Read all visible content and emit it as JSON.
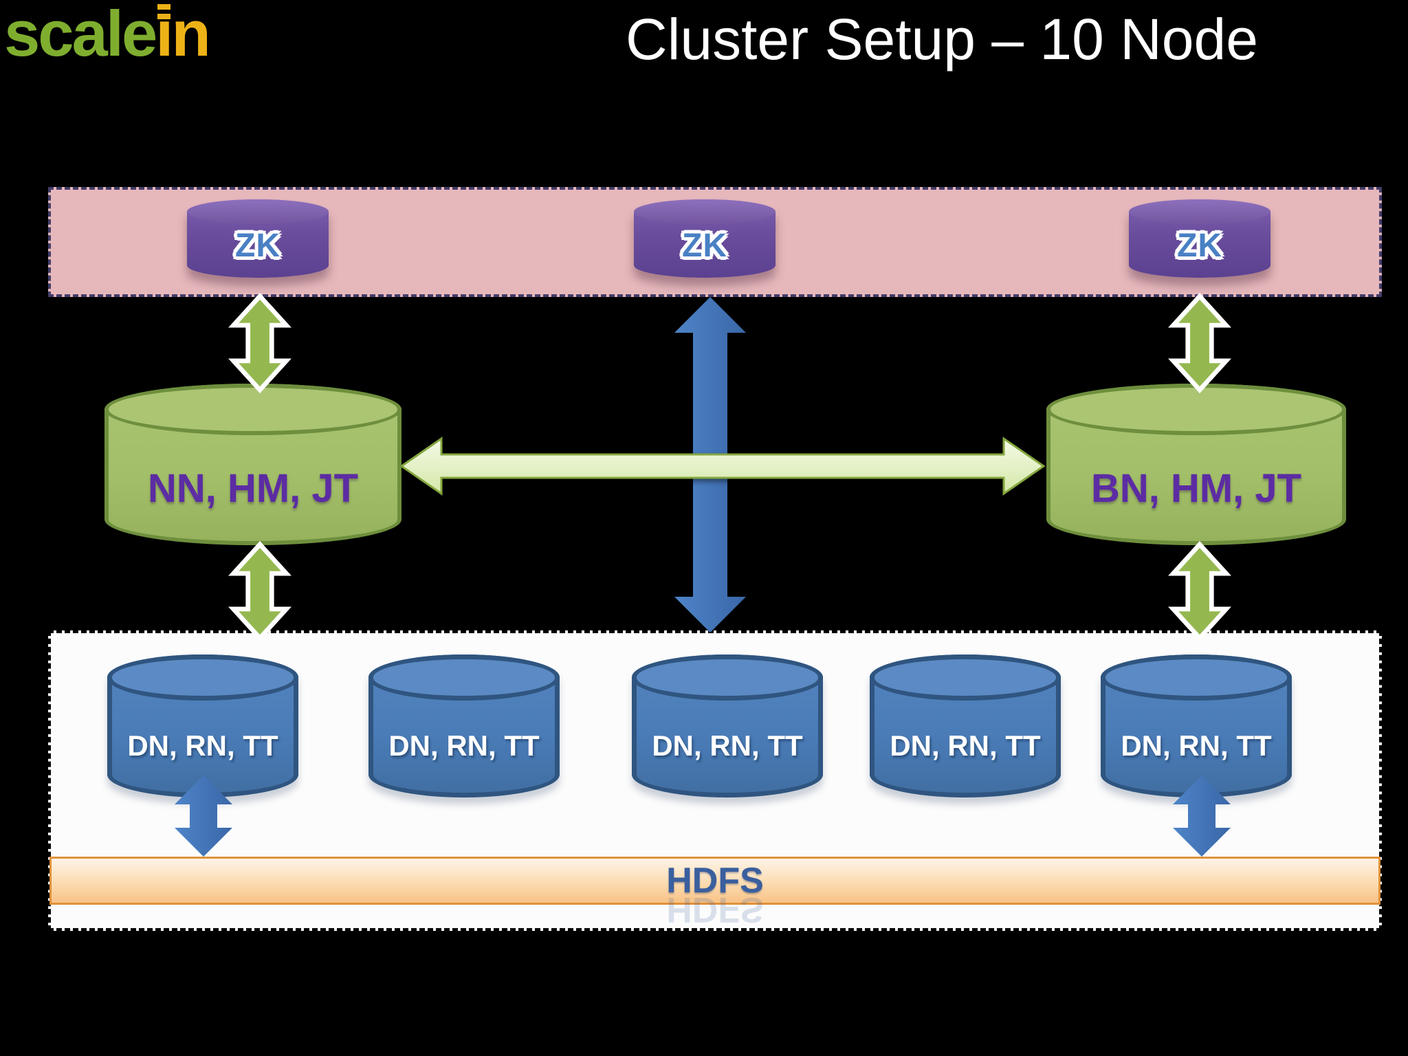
{
  "header": {
    "logo": {
      "parts": [
        "scale",
        "i",
        "n"
      ]
    },
    "title": "Cluster Setup – 10 Node"
  },
  "zk_band": {
    "nodes": [
      {
        "label": "ZK"
      },
      {
        "label": "ZK"
      },
      {
        "label": "ZK"
      }
    ]
  },
  "master_tier": {
    "left_node": {
      "label": "NN, HM, JT"
    },
    "right_node": {
      "label": "BN, HM, JT"
    }
  },
  "worker_band": {
    "nodes": [
      {
        "label": "DN, RN, TT"
      },
      {
        "label": "DN, RN, TT"
      },
      {
        "label": "DN, RN, TT"
      },
      {
        "label": "DN, RN, TT"
      },
      {
        "label": "DN, RN, TT"
      }
    ]
  },
  "hdfs_band": {
    "label": "HDFS"
  },
  "colors": {
    "background": "#000000",
    "title_text": "#ffffff",
    "logo_green": "#7fae2f",
    "logo_gold": "#edb216",
    "zk_band_fill": "#e6b8bc",
    "zk_band_border": "#443d68",
    "zk_cylinder": "#6a4d9c",
    "zk_text": "#4a80c4",
    "master_cylinder": "#a3bf69",
    "master_cylinder_border": "#6e8f3d",
    "master_text": "#5c2ca3",
    "worker_band_fill": "#fcfcfc",
    "worker_cylinder": "#4a7cb8",
    "worker_cylinder_border": "#2f5580",
    "worker_text": "#ffffff",
    "hdfs_border": "#e0913a",
    "hdfs_text": "#3a5f9e",
    "green_arrow": "#94b84f",
    "pale_green_arrow": "#d8ecae",
    "blue_arrow": "#3f72b8"
  }
}
